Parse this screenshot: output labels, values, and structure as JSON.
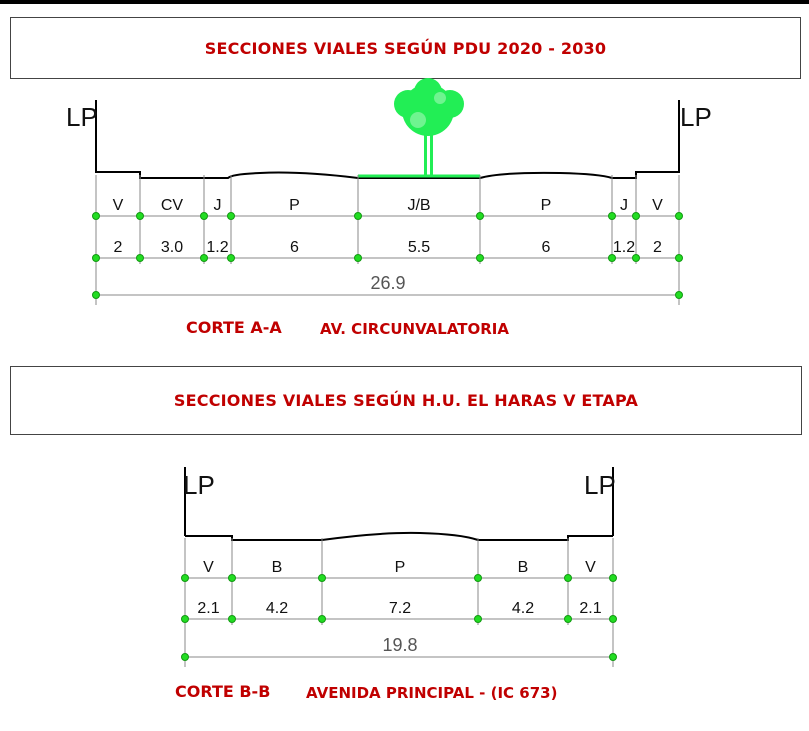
{
  "section1": {
    "banner": "SECCIONES VIALES SEGÚN PDU 2020 - 2030",
    "caption_code": "CORTE A-A",
    "caption_name": "AV. CIRCUNVALATORIA",
    "lp_left": "LP",
    "lp_right": "LP",
    "lanes": [
      {
        "label": "V",
        "width": "2"
      },
      {
        "label": "CV",
        "width": "3.0"
      },
      {
        "label": "J",
        "width": "1.2"
      },
      {
        "label": "P",
        "width": "6"
      },
      {
        "label": "J/B",
        "width": "5.5"
      },
      {
        "label": "P",
        "width": "6"
      },
      {
        "label": "J",
        "width": "1.2"
      },
      {
        "label": "V",
        "width": "2"
      }
    ],
    "total": "26.9"
  },
  "section2": {
    "banner": "SECCIONES VIALES SEGÚN H.U. EL HARAS V ETAPA",
    "caption_code": "CORTE B-B",
    "caption_name": "AVENIDA PRINCIPAL - (IC 673)",
    "lp_left": "LP",
    "lp_right": "LP",
    "lanes": [
      {
        "label": "V",
        "width": "2.1"
      },
      {
        "label": "B",
        "width": "4.2"
      },
      {
        "label": "P",
        "width": "7.2"
      },
      {
        "label": "B",
        "width": "4.2"
      },
      {
        "label": "V",
        "width": "2.1"
      }
    ],
    "total": "19.8"
  },
  "colors": {
    "title_red": "#c00000",
    "marker_green": "#22dd22",
    "tree_green": "#22ee55",
    "line_gray": "#888888"
  }
}
